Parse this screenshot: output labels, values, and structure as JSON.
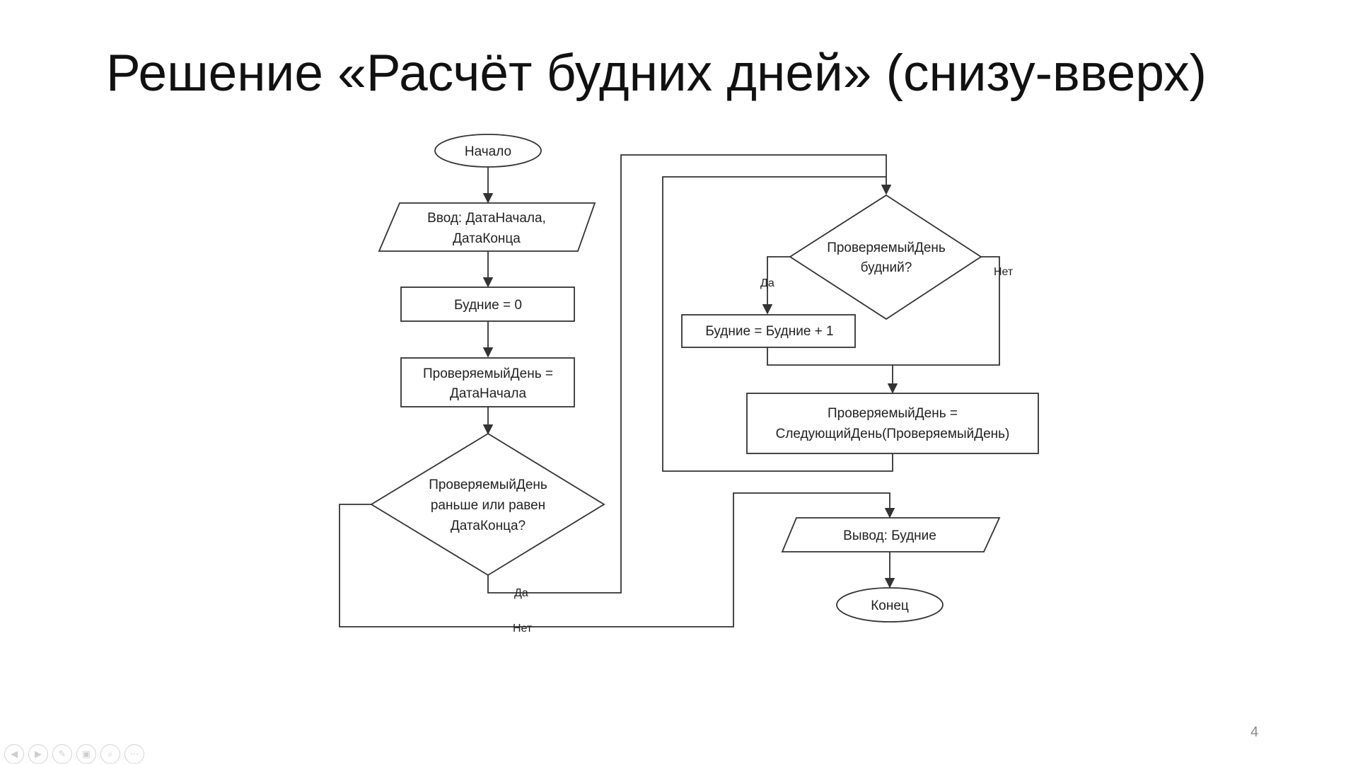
{
  "slide": {
    "title": "Решение «Расчёт будних дней» (снизу-вверх)",
    "page_number": "4"
  },
  "flowchart": {
    "start": "Начало",
    "input_line1": "Ввод: ДатаНачала,",
    "input_line2": "ДатаКонца",
    "init_weekdays": "Будние = 0",
    "init_day_line1": "ПроверяемыйДень =",
    "init_day_line2": "ДатаНачала",
    "loop_cond_line1": "ПроверяемыйДень",
    "loop_cond_line2": "раньше или равен",
    "loop_cond_line3": "ДатаКонца?",
    "loop_yes": "Да",
    "loop_no": "Нет",
    "weekday_cond_line1": "ПроверяемыйДень",
    "weekday_cond_line2": "будний?",
    "weekday_yes": "Да",
    "weekday_no": "Нет",
    "increment": "Будние = Будние + 1",
    "next_day_line1": "ПроверяемыйДень =",
    "next_day_line2": "СледующийДень(ПроверяемыйДень)",
    "output": "Вывод: Будние",
    "end": "Конец"
  },
  "controls": [
    {
      "name": "previous-icon",
      "glyph": "◀"
    },
    {
      "name": "next-icon",
      "glyph": "▶"
    },
    {
      "name": "pen-icon",
      "glyph": "✎"
    },
    {
      "name": "slides-icon",
      "glyph": "▣"
    },
    {
      "name": "zoom-icon",
      "glyph": "⌕"
    },
    {
      "name": "more-icon",
      "glyph": "⋯"
    }
  ]
}
